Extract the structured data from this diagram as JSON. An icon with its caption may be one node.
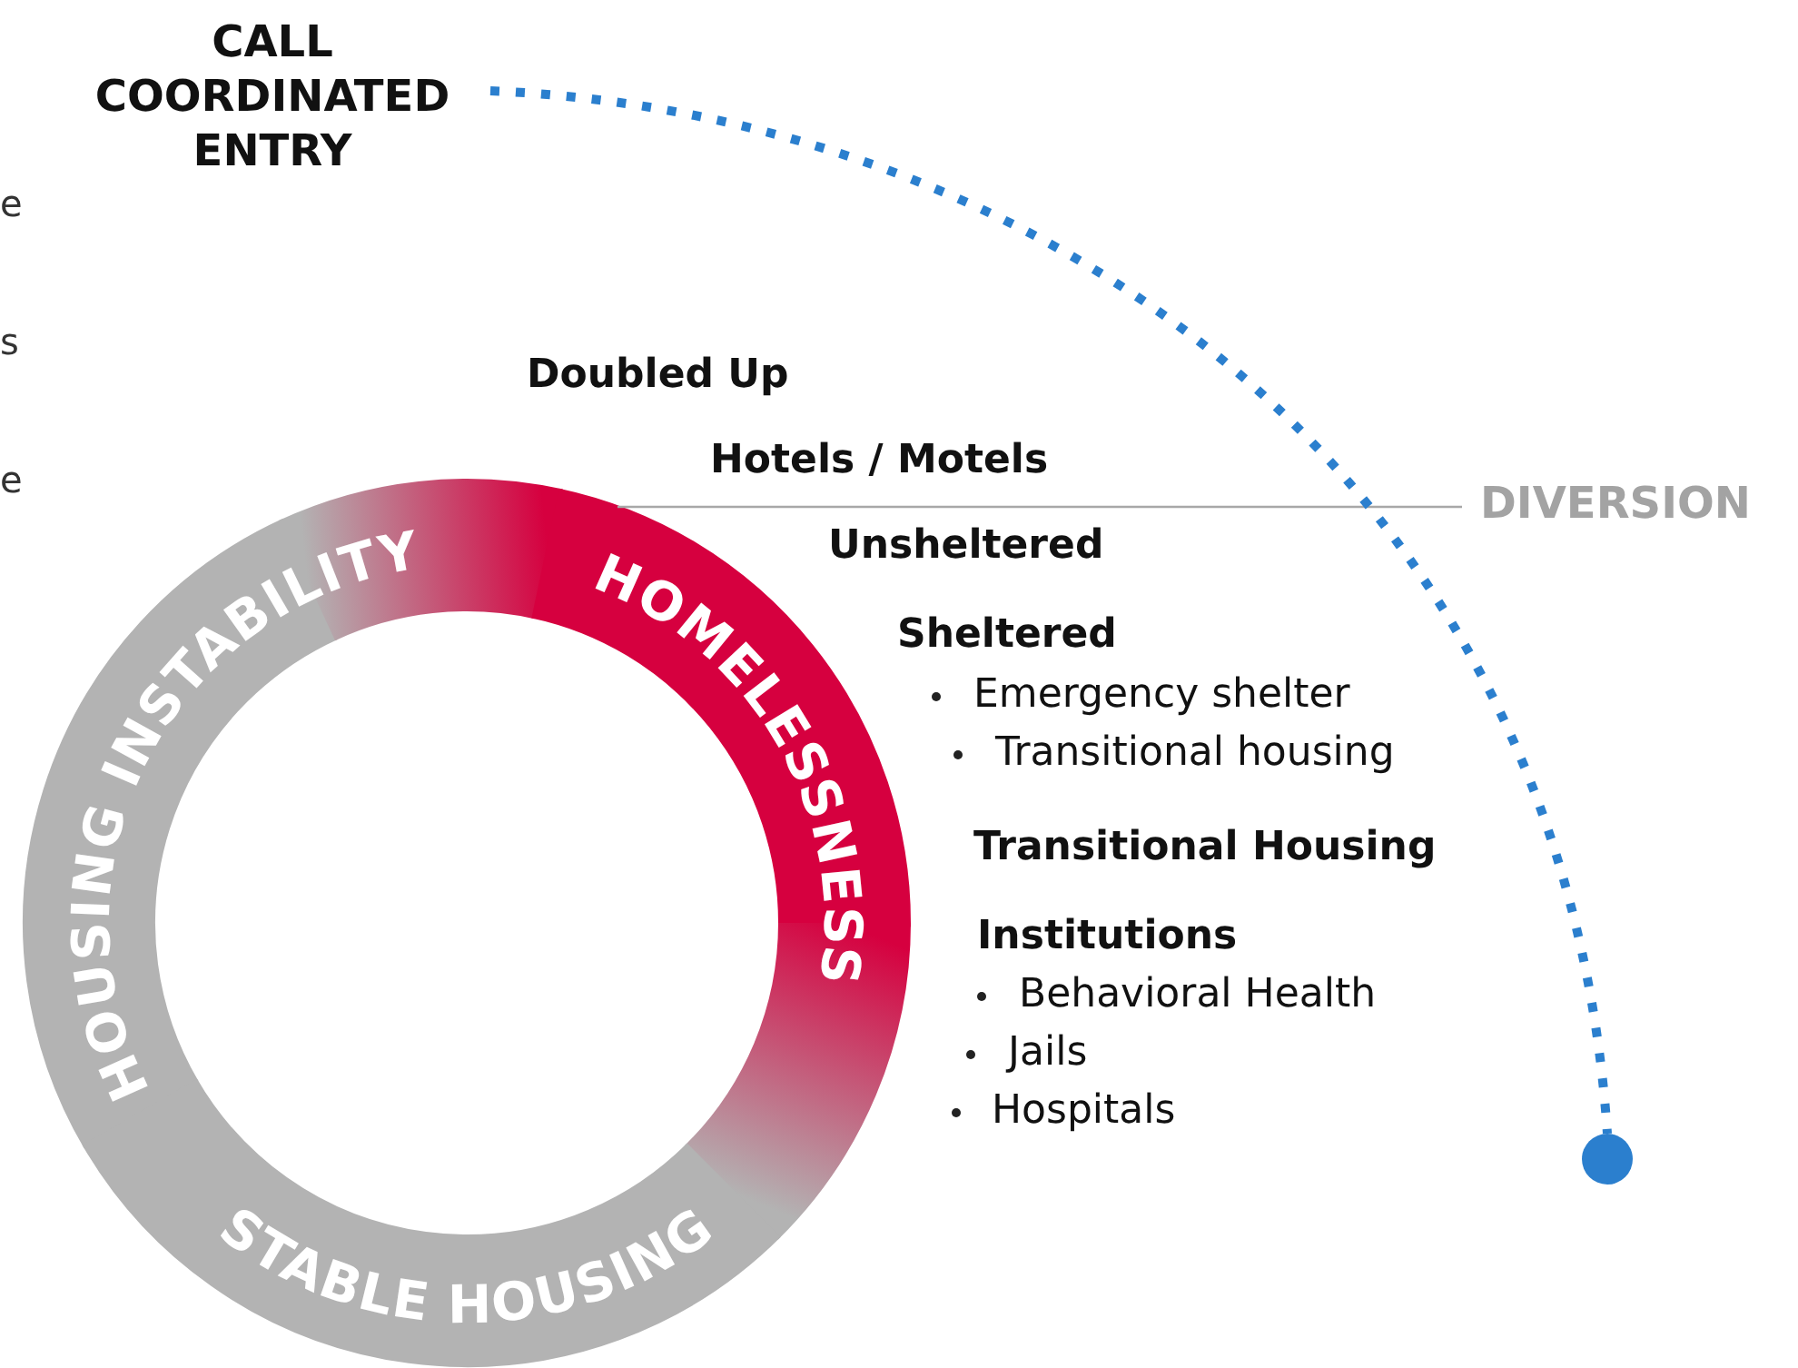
{
  "diagram": {
    "nodes": [
      {
        "text": [
          "CALL COORDINATED ENTRY"
        ]
      },
      {
        "text": [],
        "shape": "circle"
      },
      {
        "text": [
          "HOUSING INSTABILITY"
        ]
      },
      {
        "text": [
          "HOMELESSNESS"
        ]
      },
      {
        "text": [
          "STABLE HOUSING"
        ]
      }
    ],
    "edges": [
      {
        "from": 0,
        "to": 1,
        "arrow": "none",
        "style": "dashed",
        "color": "#2b7fce"
      }
    ],
    "labels": [
      "e",
      "s",
      "e",
      "Doubled Up",
      "Hotels / Motels",
      "DIVERSION",
      "Unsheltered",
      "Sheltered",
      "Emergency shelter",
      "Transitional housing",
      "Transitional Housing",
      "Institutions",
      "Behavioral Health",
      "Jails",
      "Hospitals"
    ]
  }
}
